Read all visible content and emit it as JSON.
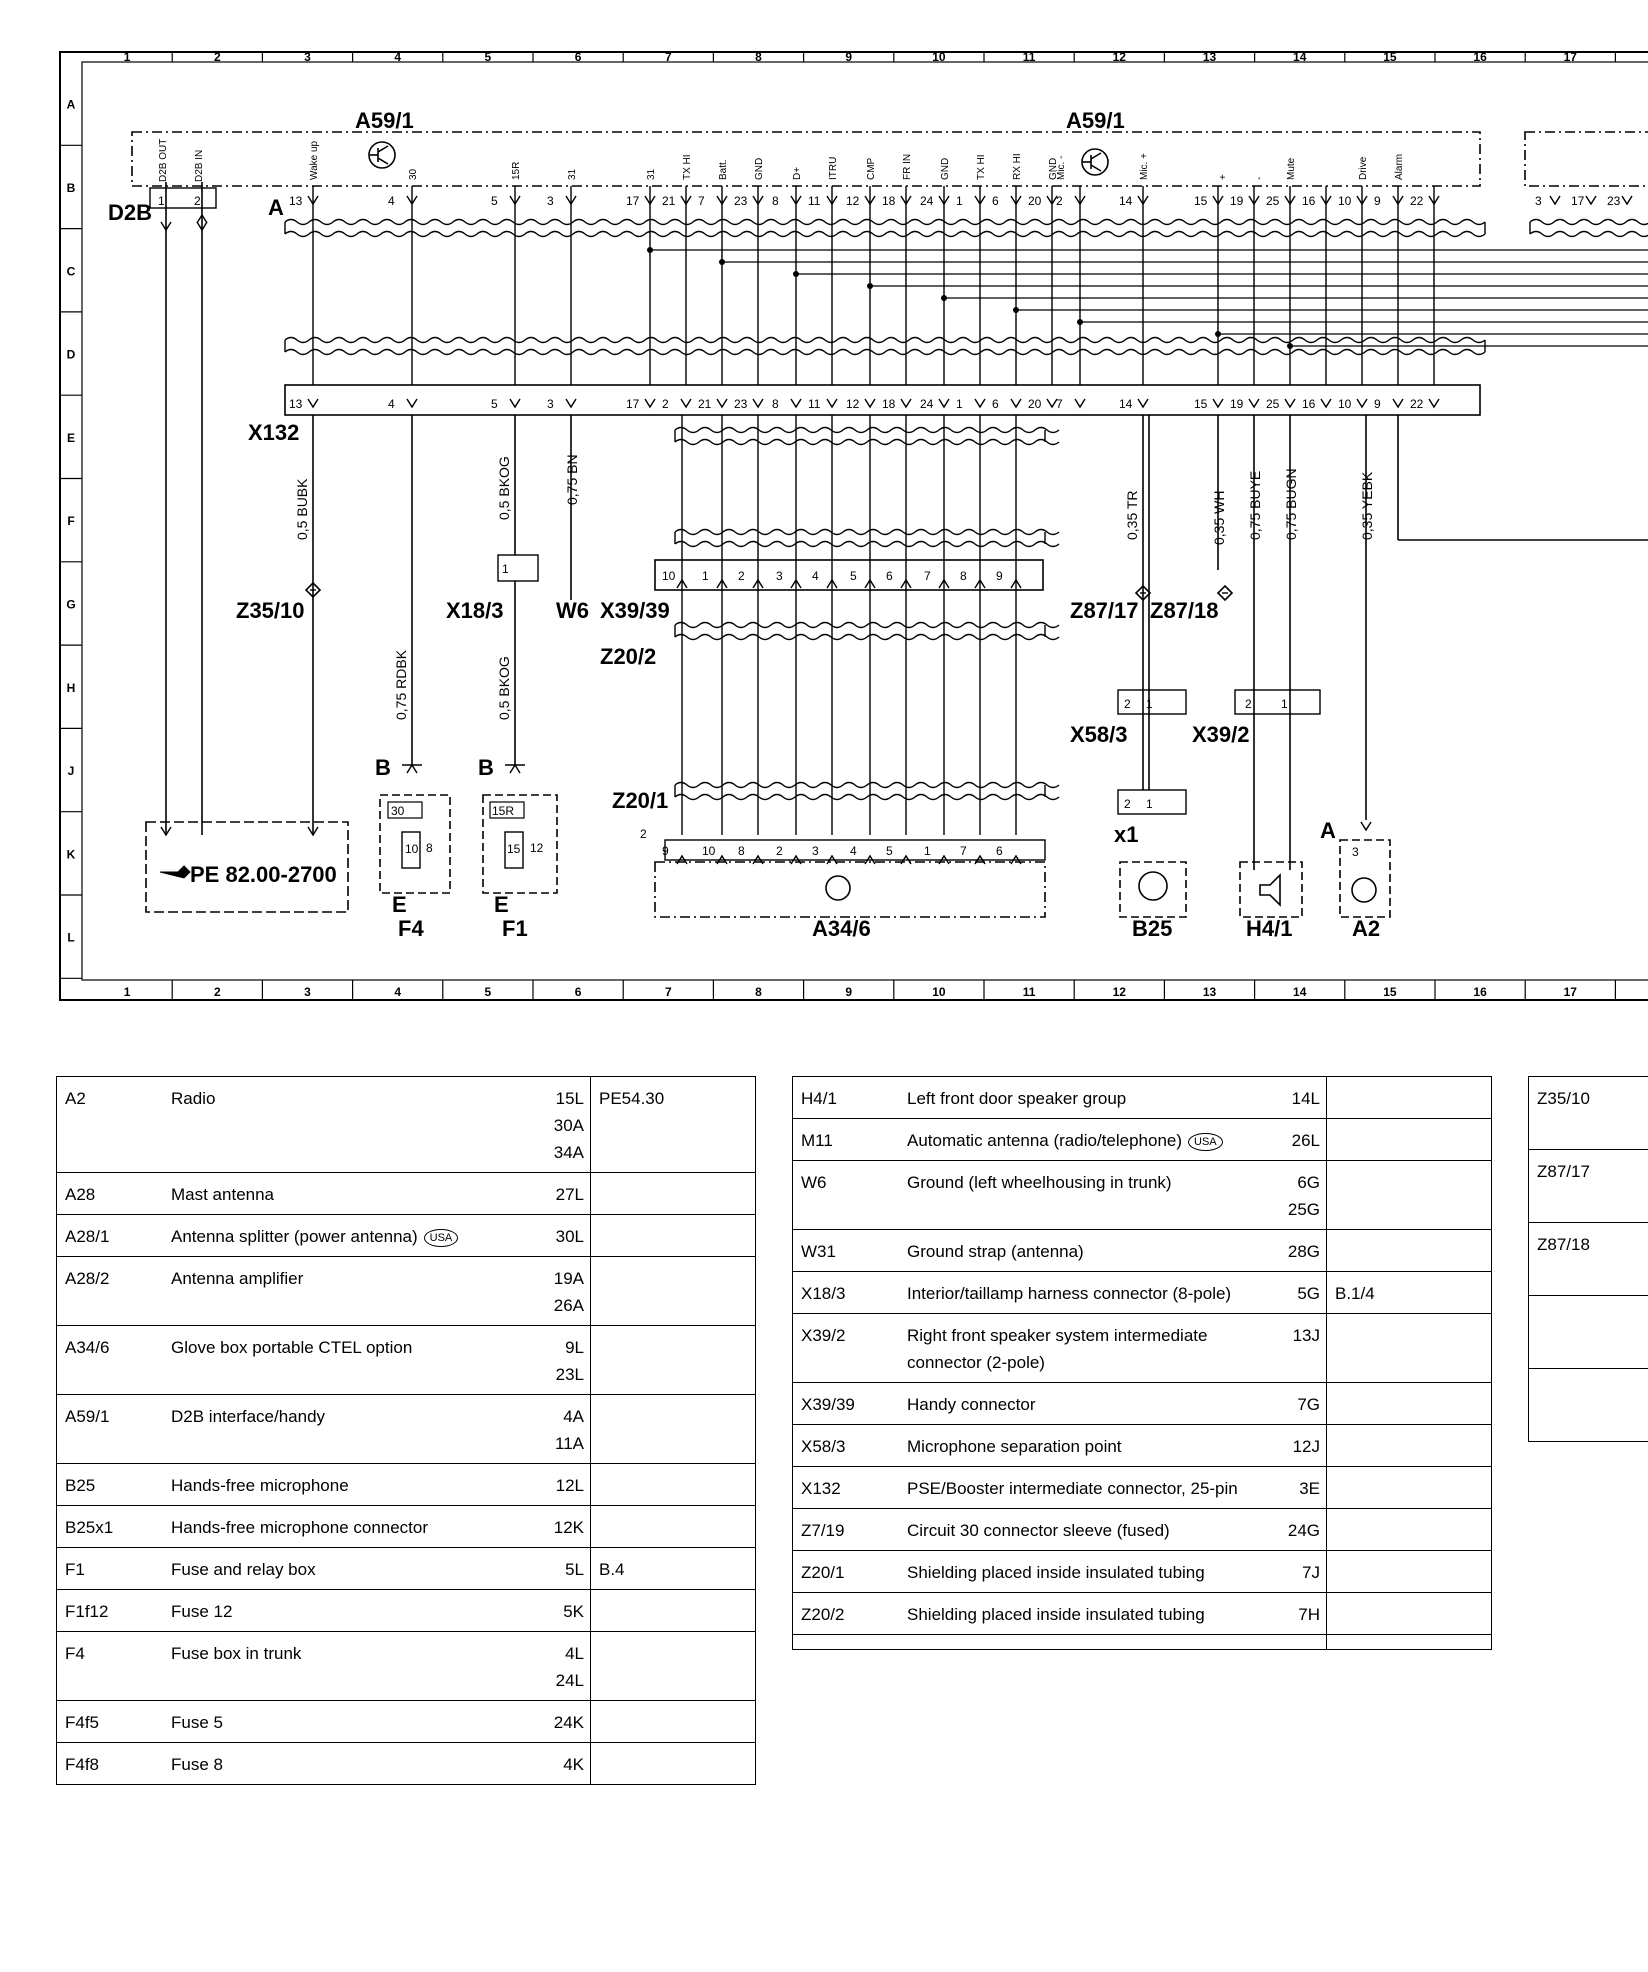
{
  "diagram": {
    "grid_columns": [
      "1",
      "2",
      "3",
      "4",
      "5",
      "6",
      "7",
      "8",
      "9",
      "10",
      "11",
      "12",
      "13",
      "14",
      "15",
      "16",
      "17"
    ],
    "grid_rows": [
      "A",
      "B",
      "C",
      "D",
      "E",
      "F",
      "G",
      "H",
      "J",
      "K",
      "L"
    ],
    "components": {
      "a59_left": "A59/1",
      "a59_right": "A59/1",
      "d2b": "D2B",
      "a_label": "A",
      "x132": "X132",
      "z35_10": "Z35/10",
      "x18_3": "X18/3",
      "w6": "W6",
      "x39_39": "X39/39",
      "z20_2": "Z20/2",
      "z20_1": "Z20/1",
      "z87_17": "Z87/17",
      "z87_18": "Z87/18",
      "x58_3": "X58/3",
      "x39_2": "X39/2",
      "x1": "x1",
      "pe_ref": "PE 82.00-2700",
      "f4": "F4",
      "f1": "F1",
      "a34_6": "A34/6",
      "b25": "B25",
      "h4_1": "H4/1",
      "a2": "A2",
      "b_f4": "B",
      "e_f4": "E",
      "b_f1": "B",
      "e_f1": "E",
      "a_a2": "A",
      "two_a34": "2"
    },
    "d2b_signals": [
      "D2B OUT",
      "D2B IN"
    ],
    "d2b_pins": [
      "1",
      "2"
    ],
    "a59_signals": [
      "Wake up",
      "30",
      "15R",
      "31",
      "31",
      "TX HI",
      "Batt.",
      "GND",
      "D+",
      "ITRU",
      "CMP",
      "FR IN",
      "GND",
      "TX HI",
      "RX HI",
      "GND",
      "Mic. -",
      "Mic. +",
      "+",
      "-",
      "Mute",
      "Drive",
      "Alarm"
    ],
    "a59_pins": [
      "13",
      "4",
      "5",
      "3",
      "17",
      "21",
      "7",
      "23",
      "8",
      "11",
      "12",
      "18",
      "24",
      "1",
      "6",
      "20",
      "2",
      "14",
      "15",
      "19",
      "25",
      "16",
      "10",
      "9",
      "22"
    ],
    "right_module_pins": [
      "3",
      "17",
      "23"
    ],
    "x132_pins": [
      "13",
      "4",
      "5",
      "3",
      "17",
      "2",
      "21",
      "23",
      "8",
      "11",
      "12",
      "18",
      "24",
      "1",
      "6",
      "20",
      "7",
      "14",
      "15",
      "19",
      "25",
      "16",
      "10",
      "9",
      "22"
    ],
    "x39_39_pins": [
      "10",
      "1",
      "2",
      "3",
      "4",
      "5",
      "6",
      "7",
      "8",
      "9"
    ],
    "a34_pins": [
      "9",
      "10",
      "8",
      "2",
      "3",
      "4",
      "5",
      "1",
      "7",
      "6"
    ],
    "wires": {
      "bubk": "0,5 BUBK",
      "bkog_top": "0,5 BKOG",
      "bn": "0,75 BN",
      "rdbk": "0,75 RDBK",
      "bkog_bottom": "0,5 BKOG",
      "tr": "0,35 TR",
      "wh": "0,35 WH",
      "buye": "0,75 BUYE",
      "bugn": "0,75 BUGN",
      "yebk": "0,35 YEBK"
    },
    "x18_pins": [
      "1"
    ],
    "x58_pins": [
      "2",
      "1"
    ],
    "x39_2_pins": [
      "2",
      "1"
    ],
    "x1_pins": [
      "2",
      "1"
    ],
    "f4_pins": [
      "30",
      "10",
      "8"
    ],
    "f1_pins": [
      "15R",
      "15",
      "12"
    ],
    "a2_pins": [
      "3"
    ]
  },
  "legend": {
    "table1": [
      {
        "code": "A2",
        "desc": "Radio",
        "loc": "15L\n30A\n34A",
        "ref": "PE54.30"
      },
      {
        "code": "A28",
        "desc": "Mast antenna",
        "loc": "27L",
        "ref": ""
      },
      {
        "code": "A28/1",
        "desc": "Antenna splitter (power antenna)",
        "usa": "USA",
        "loc": "30L",
        "ref": ""
      },
      {
        "code": "A28/2",
        "desc": "Antenna amplifier",
        "loc": "19A\n26A",
        "ref": ""
      },
      {
        "code": "A34/6",
        "desc": "Glove box portable CTEL option",
        "loc": "9L\n23L",
        "ref": ""
      },
      {
        "code": "A59/1",
        "desc": "D2B interface/handy",
        "loc": "4A\n11A",
        "ref": ""
      },
      {
        "code": "B25",
        "desc": "Hands-free microphone",
        "loc": "12L",
        "ref": ""
      },
      {
        "code": "B25x1",
        "desc": "Hands-free microphone connector",
        "loc": "12K",
        "ref": ""
      },
      {
        "code": "F1",
        "desc": "Fuse and relay box",
        "loc": "5L",
        "ref": "B.4"
      },
      {
        "code": "F1f12",
        "desc": "Fuse 12",
        "loc": "5K",
        "ref": ""
      },
      {
        "code": "F4",
        "desc": "Fuse box in trunk",
        "loc": "4L\n24L",
        "ref": ""
      },
      {
        "code": "F4f5",
        "desc": "Fuse 5",
        "loc": "24K",
        "ref": ""
      },
      {
        "code": "F4f8",
        "desc": "Fuse 8",
        "loc": "4K",
        "ref": ""
      }
    ],
    "table2": [
      {
        "code": "H4/1",
        "desc": "Left front door speaker group",
        "loc": "14L",
        "ref": ""
      },
      {
        "code": "M11",
        "desc": "Automatic antenna (radio/telephone)",
        "usa": "USA",
        "loc": "26L",
        "ref": ""
      },
      {
        "code": "W6",
        "desc": "Ground (left wheelhousing in trunk)",
        "loc": "6G\n25G",
        "ref": ""
      },
      {
        "code": "W31",
        "desc": "Ground strap (antenna)",
        "loc": "28G",
        "ref": ""
      },
      {
        "code": "X18/3",
        "desc": "Interior/taillamp harness connector (8-pole)",
        "loc": "5G",
        "ref": "B.1/4"
      },
      {
        "code": "X39/2",
        "desc": "Right front speaker system intermediate connector (2-pole)",
        "loc": "13J",
        "ref": ""
      },
      {
        "code": "X39/39",
        "desc": "Handy connector",
        "loc": "7G",
        "ref": ""
      },
      {
        "code": "X58/3",
        "desc": "Microphone separation point",
        "loc": "12J",
        "ref": ""
      },
      {
        "code": "X132",
        "desc": "PSE/Booster intermediate connector, 25-pin",
        "loc": "3E",
        "ref": ""
      },
      {
        "code": "Z7/19",
        "desc": "Circuit 30 connector sleeve (fused)",
        "loc": "24G",
        "ref": ""
      },
      {
        "code": "Z20/1",
        "desc": "Shielding placed inside insulated tubing",
        "loc": "7J",
        "ref": ""
      },
      {
        "code": "Z20/2",
        "desc": "Shielding placed inside insulated tubing",
        "loc": "7H",
        "ref": ""
      },
      {
        "code": "",
        "desc": "",
        "loc": "",
        "ref": ""
      }
    ],
    "table3": [
      {
        "code": "Z35/10"
      },
      {
        "code": "Z87/17"
      },
      {
        "code": "Z87/18"
      },
      {
        "code": ""
      },
      {
        "code": ""
      }
    ]
  }
}
